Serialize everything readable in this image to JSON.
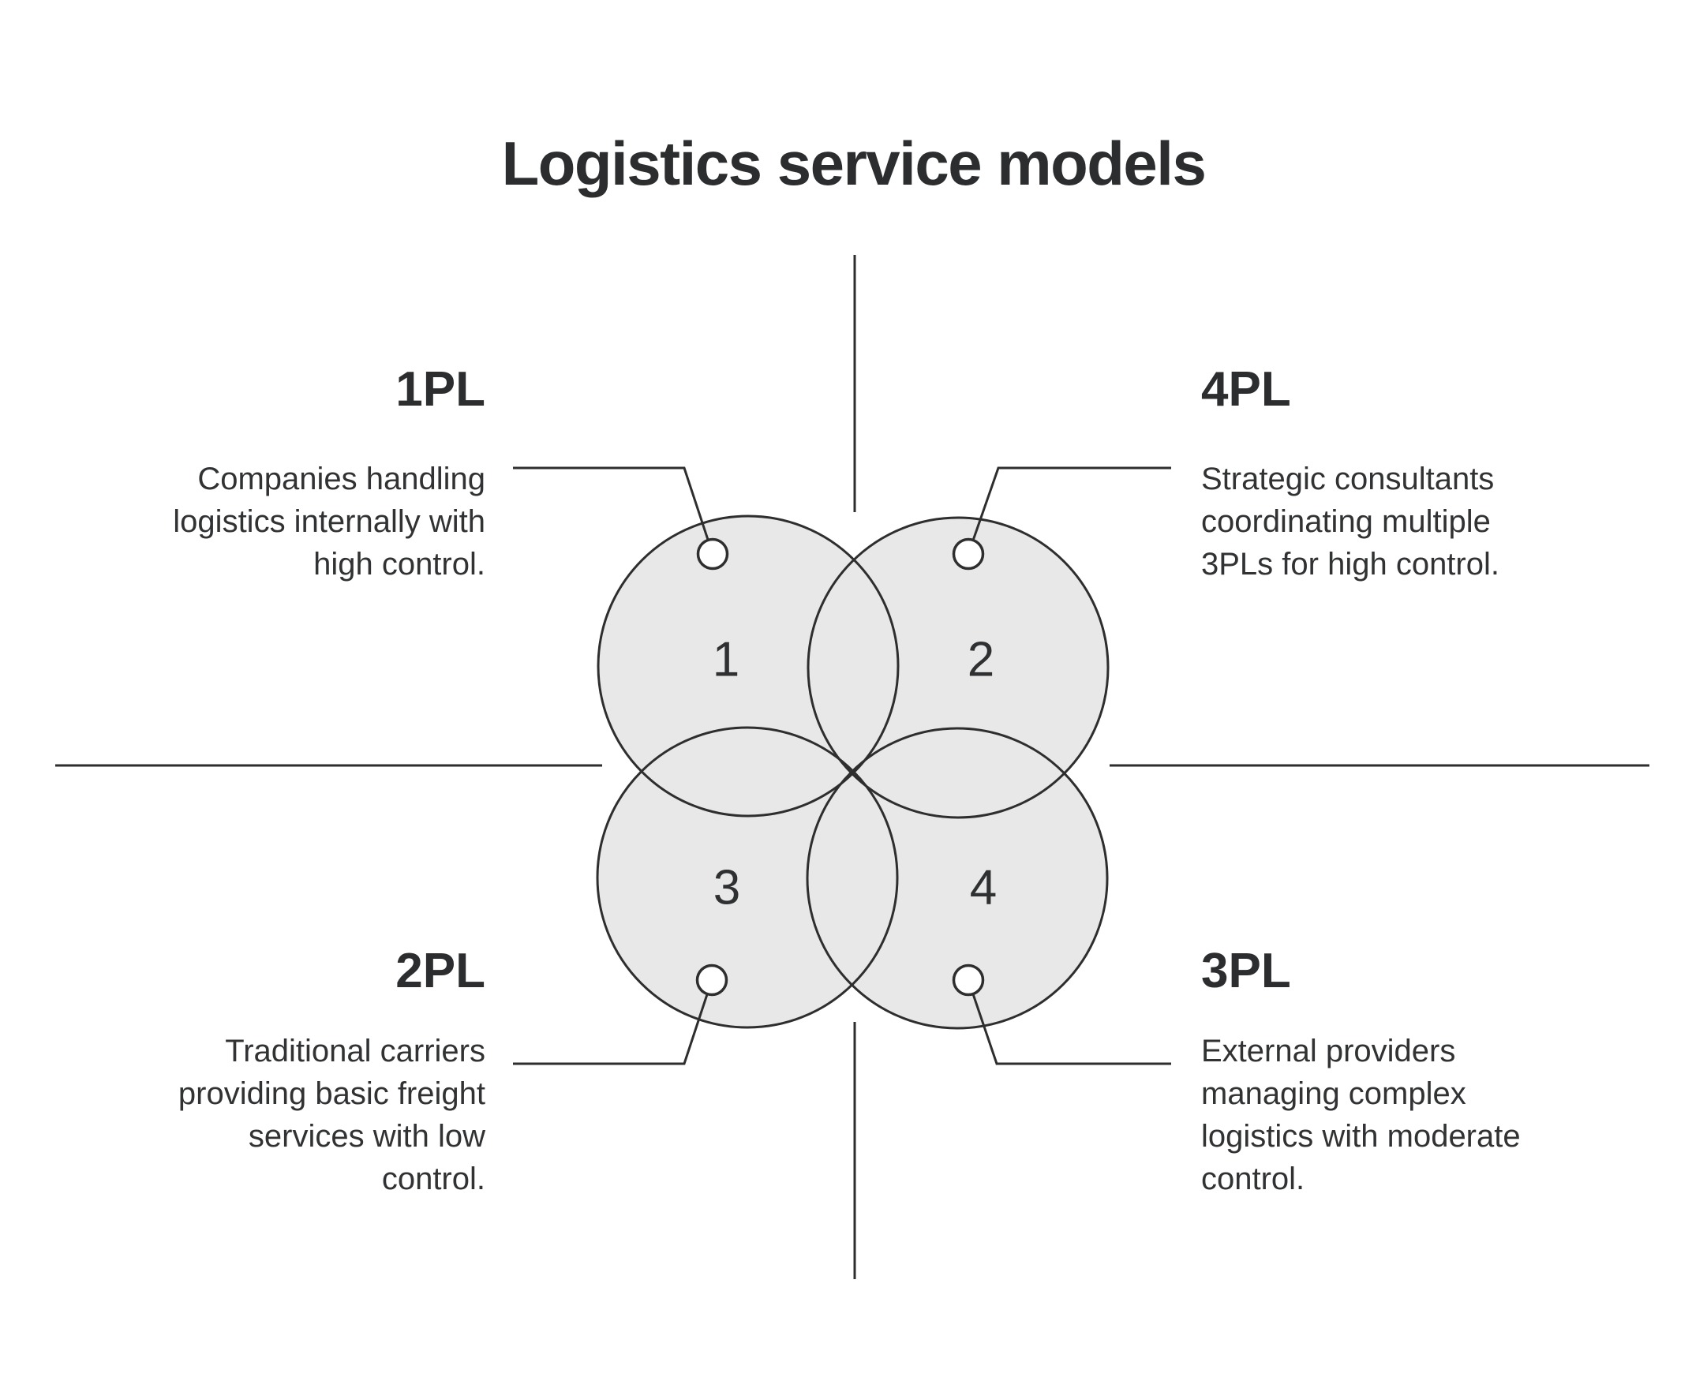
{
  "title": "Logistics service models",
  "colors": {
    "background": "#ffffff",
    "heading_text": "#2b2d2f",
    "body_text": "#303234",
    "circle_fill": "#e8e8e8",
    "line_stroke": "#2e2e2e",
    "marker_fill": "#ffffff"
  },
  "diagram": {
    "circles": [
      {
        "number": "1",
        "position": "top-left"
      },
      {
        "number": "2",
        "position": "top-right"
      },
      {
        "number": "3",
        "position": "bottom-left"
      },
      {
        "number": "4",
        "position": "bottom-right"
      }
    ]
  },
  "quadrants": [
    {
      "heading": "1PL",
      "lines": [
        "Companies handling",
        "logistics internally with",
        "high control."
      ],
      "connects_to_circle": "1"
    },
    {
      "heading": "4PL",
      "lines": [
        "Strategic consultants",
        "coordinating multiple",
        "3PLs for high control."
      ],
      "connects_to_circle": "2"
    },
    {
      "heading": "2PL",
      "lines": [
        "Traditional carriers",
        "providing basic freight",
        "services with low",
        "control."
      ],
      "connects_to_circle": "3"
    },
    {
      "heading": "3PL",
      "lines": [
        "External providers",
        "managing complex",
        "logistics with moderate",
        "control."
      ],
      "connects_to_circle": "4"
    }
  ]
}
